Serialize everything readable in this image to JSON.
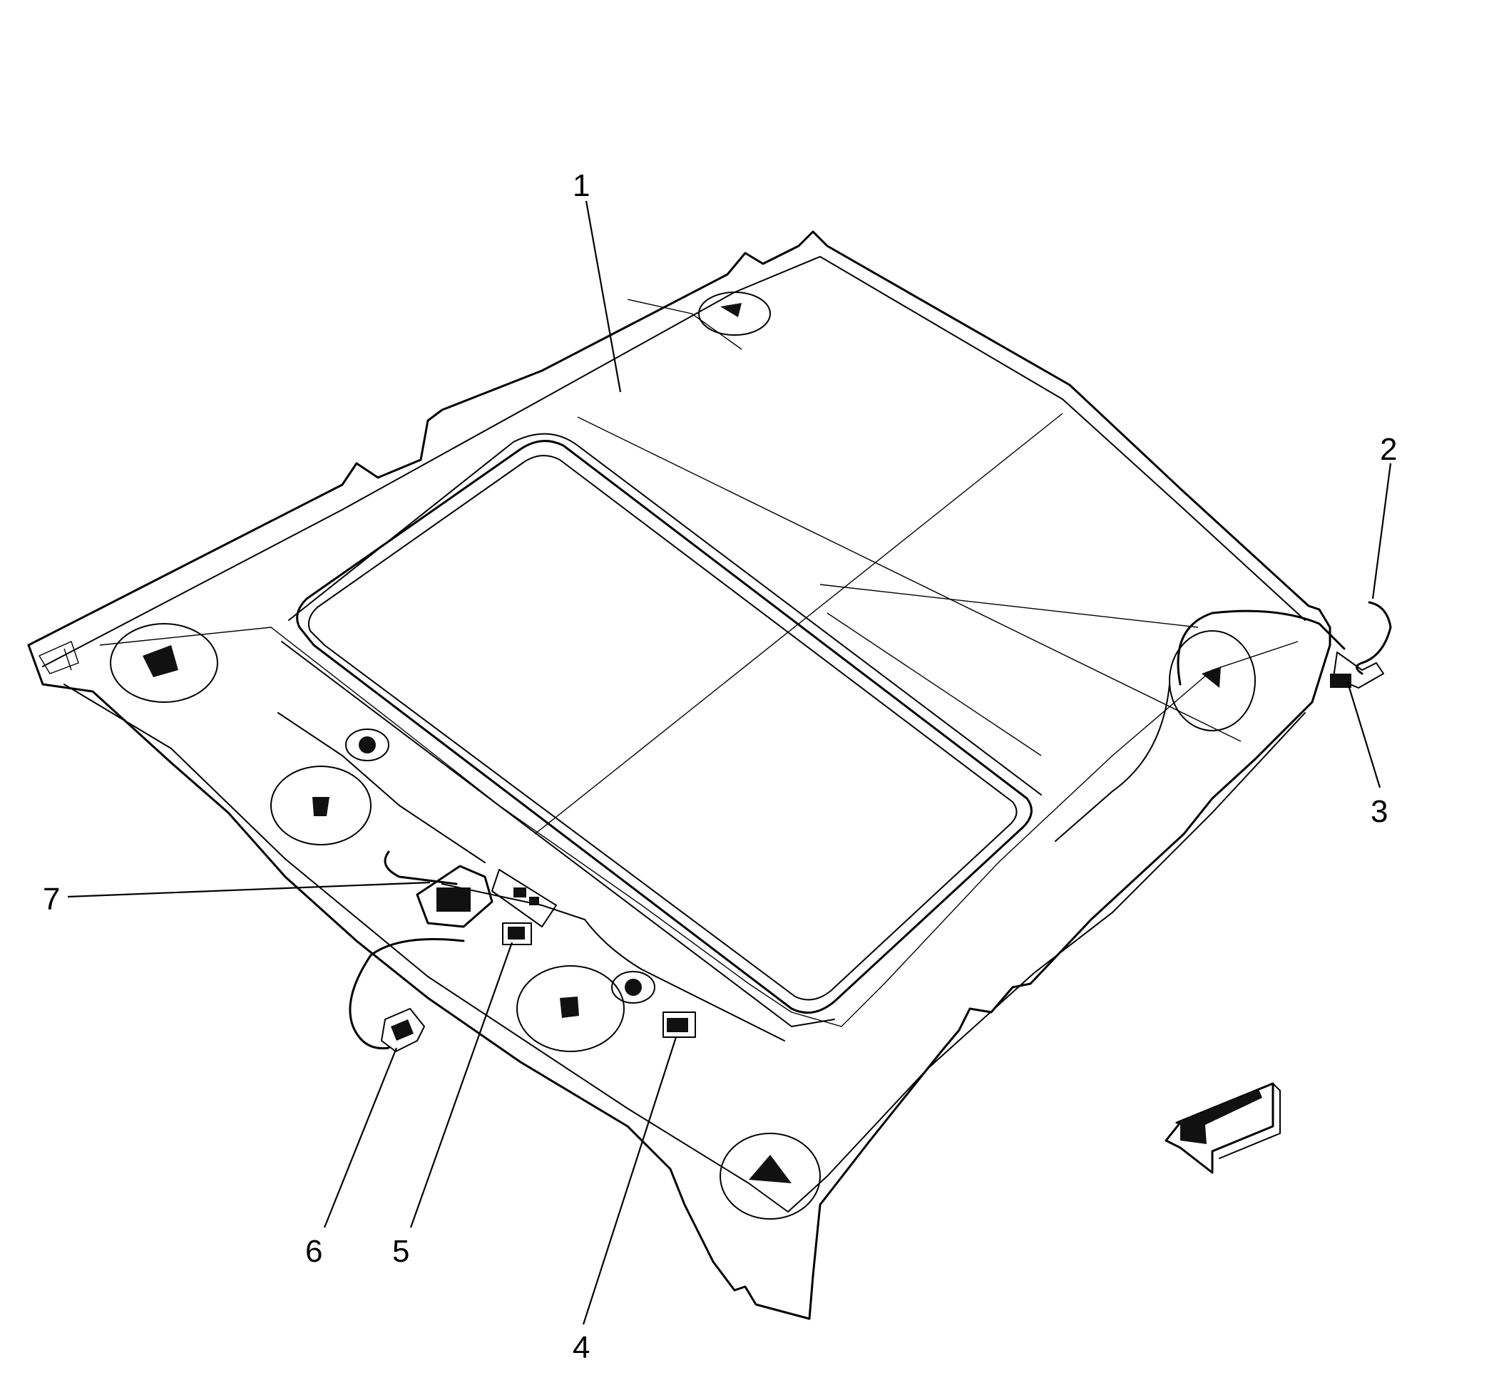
{
  "diagram": {
    "callouts": [
      {
        "id": "1",
        "label": "1"
      },
      {
        "id": "2",
        "label": "2"
      },
      {
        "id": "3",
        "label": "3"
      },
      {
        "id": "4",
        "label": "4"
      },
      {
        "id": "5",
        "label": "5"
      },
      {
        "id": "6",
        "label": "6"
      },
      {
        "id": "7",
        "label": "7"
      }
    ],
    "icons": [
      "headliner-panel",
      "sunroof-opening",
      "wiring-harness",
      "electrical-connector",
      "grab-handle-mount",
      "vehicle-front-arrow-icon"
    ],
    "colors": {
      "line": "#000000",
      "background": "#ffffff"
    }
  }
}
